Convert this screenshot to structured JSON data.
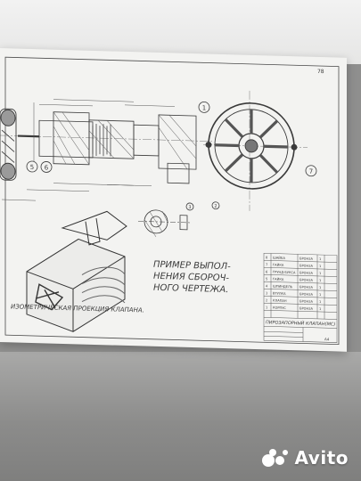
{
  "sheet": {
    "page_number": "78",
    "caption_main_line1": "ПРИМЕР ВЫПОЛ-",
    "caption_main_line2": "НЕНИЯ СБОРОЧ-",
    "caption_main_line3": "НОГО ЧЕРТЕЖА.",
    "caption_iso": "ИЗОМЕТРИЧЕСКАЯ ПРОЕКЦИЯ КЛАПАНА.",
    "title_block": {
      "title": "ПИРОЗАПОРНЫЙ КЛАПАН(МС)",
      "parts": [
        {
          "no": "8",
          "name": "ШАЙБА",
          "material": "БРОНЗА",
          "qty": "1"
        },
        {
          "no": "7",
          "name": "ГАЙКА",
          "material": "БРОНЗА",
          "qty": "1"
        },
        {
          "no": "6",
          "name": "ГРУНД-БУКСА",
          "material": "БРОНЗА",
          "qty": "1"
        },
        {
          "no": "5",
          "name": "ГАЙКА",
          "material": "БРОНЗА",
          "qty": "1"
        },
        {
          "no": "4",
          "name": "ШПИНДЕЛЬ",
          "material": "БРОНЗА",
          "qty": "1"
        },
        {
          "no": "3",
          "name": "ВТУЛКА",
          "material": "БРОНЗА",
          "qty": "1"
        },
        {
          "no": "2",
          "name": "КЛАПАН",
          "material": "БРОНЗА",
          "qty": "1"
        },
        {
          "no": "1",
          "name": "КОРПУС",
          "material": "БРОНЗА",
          "qty": "1"
        }
      ],
      "sheet_label": "А4"
    },
    "balloons": [
      "1",
      "2",
      "3",
      "5",
      "6",
      "7"
    ]
  },
  "watermark": {
    "brand": "Avito"
  }
}
